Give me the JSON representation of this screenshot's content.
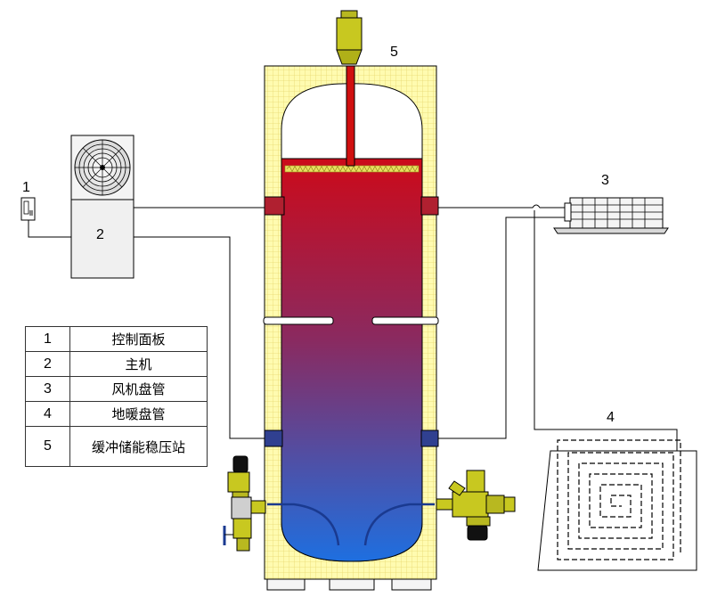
{
  "callouts": [
    "1",
    "2",
    "3",
    "4",
    "5"
  ],
  "legend": [
    {
      "num": "1",
      "label": "控制面板"
    },
    {
      "num": "2",
      "label": "主机"
    },
    {
      "num": "3",
      "label": "风机盘管"
    },
    {
      "num": "4",
      "label": "地暖盘管"
    },
    {
      "num": "5",
      "label": "缓冲储能稳压站"
    }
  ],
  "colors": {
    "insulation": "#fffbb0",
    "hot_water": "#cc0a1a",
    "cold_water": "#1e6fe0",
    "valve_brass": "#c8c820",
    "pipe_line": "#000000"
  },
  "icons": [
    "fan-icon",
    "control-panel-icon",
    "fan-coil-icon",
    "floor-heating-coil-icon",
    "air-vent-icon",
    "valve-icon"
  ]
}
